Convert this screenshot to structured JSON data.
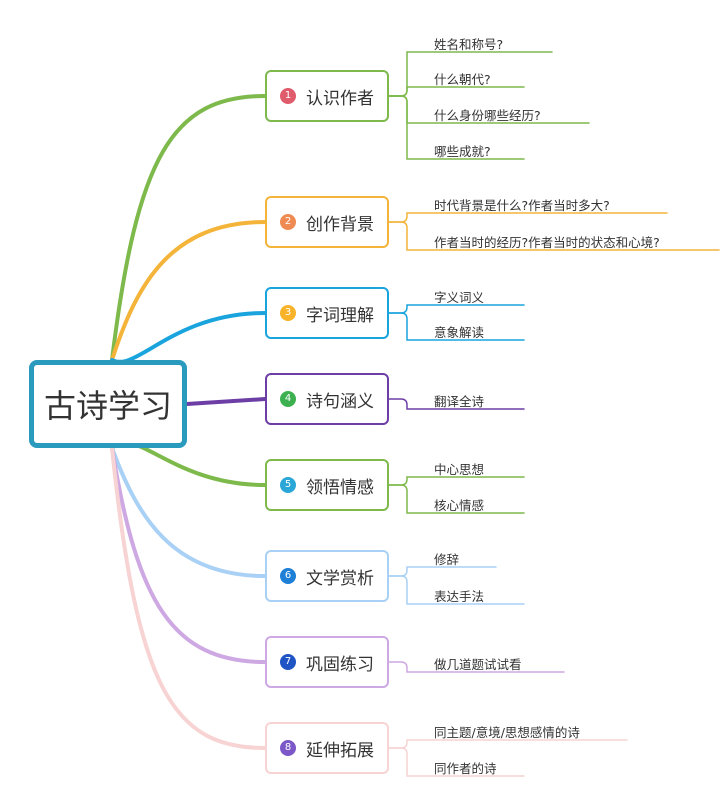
{
  "root": {
    "label": "古诗学习",
    "color": "#2a9bbd"
  },
  "topics": [
    {
      "num": "1",
      "label": "认识作者",
      "color": "#7db94b",
      "badge": "#e05b6b",
      "subs": [
        "姓名和称号?",
        "什么朝代?",
        "什么身份哪些经历?",
        "哪些成就?"
      ]
    },
    {
      "num": "2",
      "label": "创作背景",
      "color": "#f4b43a",
      "badge": "#ef8a52",
      "subs": [
        "时代背景是什么?作者当时多大?",
        "作者当时的经历?作者当时的状态和心境?"
      ]
    },
    {
      "num": "3",
      "label": "字词理解",
      "color": "#1aa4dd",
      "badge": "#f8b32b",
      "subs": [
        "字义词义",
        "意象解读"
      ]
    },
    {
      "num": "4",
      "label": "诗句涵义",
      "color": "#6d3fa6",
      "badge": "#3db150",
      "subs": [
        "翻译全诗"
      ]
    },
    {
      "num": "5",
      "label": "领悟情感",
      "color": "#7db94b",
      "badge": "#2aa7d6",
      "subs": [
        "中心思想",
        "核心情感"
      ]
    },
    {
      "num": "6",
      "label": "文学赏析",
      "color": "#a8d1f5",
      "badge": "#1e7fd6",
      "subs": [
        "修辞",
        "表达手法"
      ]
    },
    {
      "num": "7",
      "label": "巩固练习",
      "color": "#cda8e2",
      "badge": "#1f54c4",
      "subs": [
        "做几道题试试看"
      ]
    },
    {
      "num": "8",
      "label": "延伸拓展",
      "color": "#f7d3d3",
      "badge": "#7c57c8",
      "subs": [
        "同主题/意境/思想感情的诗",
        "同作者的诗"
      ]
    }
  ]
}
